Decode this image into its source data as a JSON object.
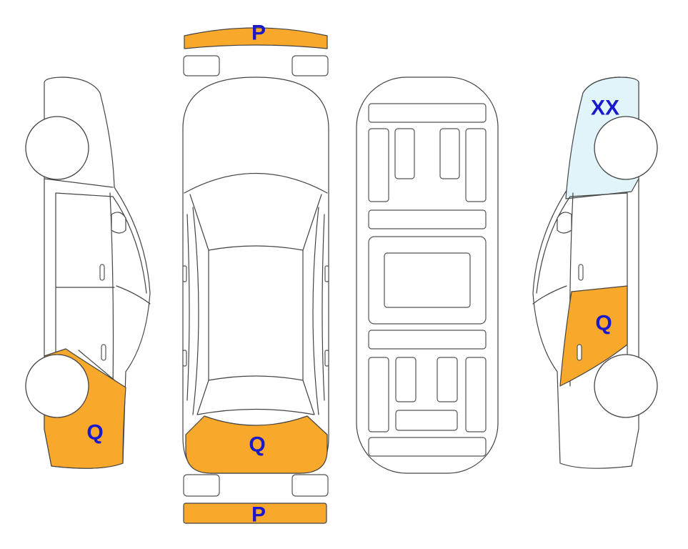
{
  "colors": {
    "damage": "#F8A82A",
    "xx_panel": "#E0F4FA",
    "label": "#1A1ACC",
    "outline": "#444444"
  },
  "marks": {
    "front_bumper": "P",
    "rear_bumper": "P",
    "left_rear_quarter": "Q",
    "trunk_lid": "Q",
    "right_front_fender": "XX",
    "right_rear_door": "Q"
  }
}
